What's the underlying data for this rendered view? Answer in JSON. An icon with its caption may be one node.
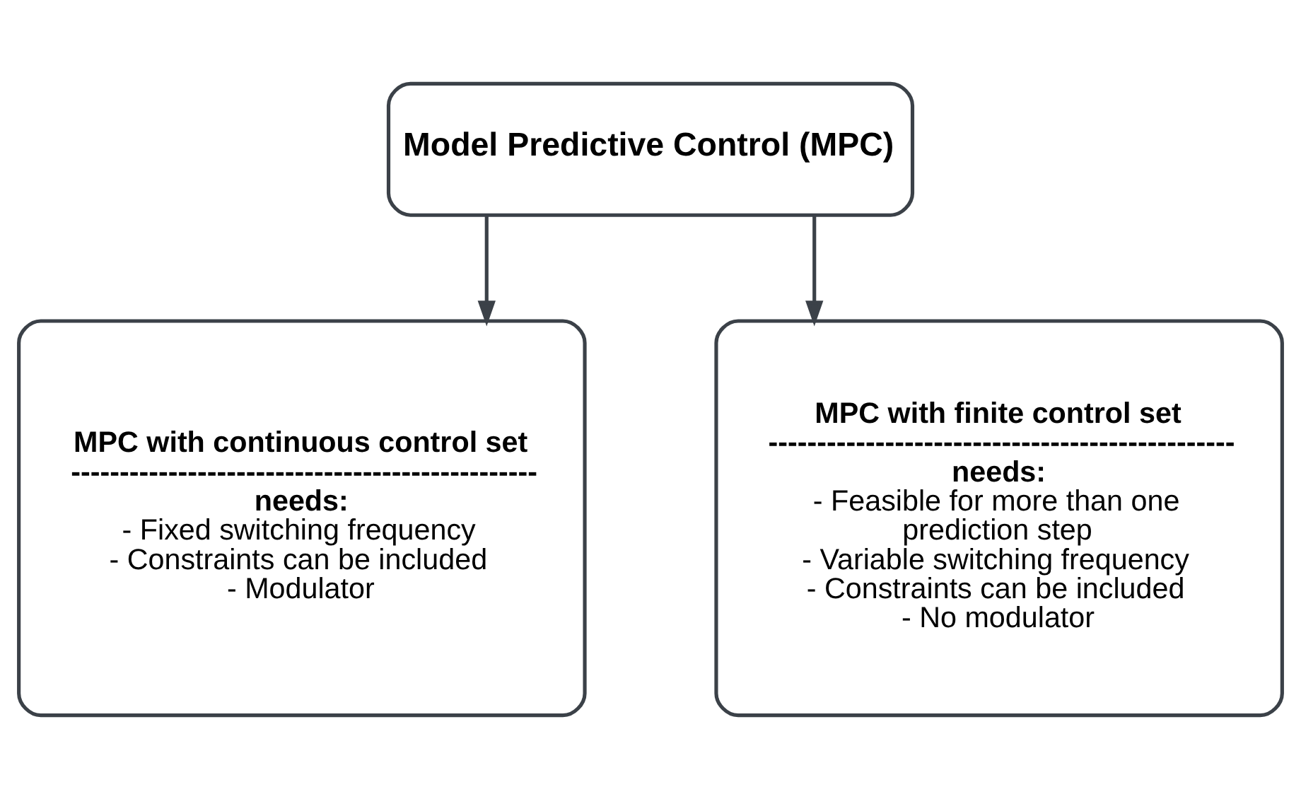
{
  "diagram": {
    "nodes": [
      {
        "text": [
          "Model Predictive Control (MPC)"
        ]
      },
      {
        "text": [
          "MPC with continuous control set",
          "------------------------------------------------",
          "needs:",
          "- Fixed switching frequency",
          "- Constraints can be included",
          "- Modulator"
        ]
      },
      {
        "text": [
          "MPC with finite control set",
          "------------------------------------------------",
          "needs:",
          "- Feasible for more than one prediction step",
          "- Variable switching frequency",
          "- Constraints can be included",
          "- No modulator"
        ]
      }
    ],
    "edges": [
      {
        "from": 0,
        "to": 1,
        "arrow": "to"
      },
      {
        "from": 0,
        "to": 2,
        "arrow": "to"
      }
    ]
  }
}
